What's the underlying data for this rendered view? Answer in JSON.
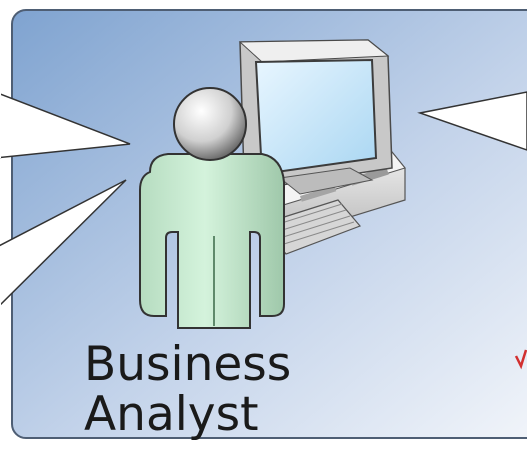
{
  "label": {
    "line1": "Business",
    "line2": "Analyst"
  },
  "colors": {
    "panel_top": "#8fb0d8",
    "panel_bottom": "#eef2f8",
    "panel_border": "#5a6a7e",
    "body": "#c8ecd0",
    "head": "#e4e4e4",
    "computer": "#d8d8d8",
    "screen": "#bfe3f8",
    "accent": "#d23030"
  },
  "icons": [
    "person-icon",
    "computer-icon",
    "speech-callout",
    "pointer-mark"
  ]
}
